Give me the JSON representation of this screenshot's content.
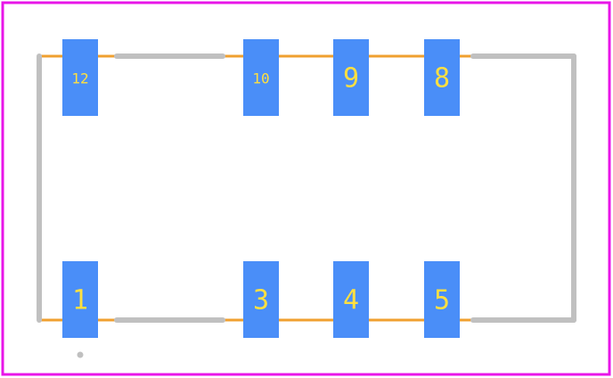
{
  "colors": {
    "boundary": "#e815e8",
    "silkscreen": "#c0c0c0",
    "assembly": "#f0a030",
    "pad": "#4a8ef8",
    "pad_text": "#ffe040",
    "origin_marker": "#c0c0c0"
  },
  "pads": {
    "top": [
      {
        "number": "12"
      },
      {
        "number": "10"
      },
      {
        "number": "9"
      },
      {
        "number": "8"
      }
    ],
    "bottom": [
      {
        "number": "1"
      },
      {
        "number": "3"
      },
      {
        "number": "4"
      },
      {
        "number": "5"
      }
    ]
  }
}
